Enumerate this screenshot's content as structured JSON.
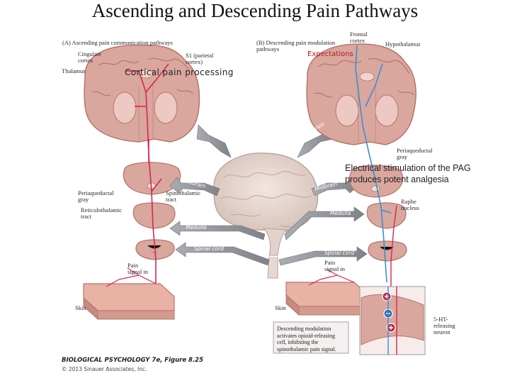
{
  "title": "Ascending and Descending Pain Pathways",
  "panel_a": {
    "heading": "(A)  Ascending pain communication pathways",
    "labels": {
      "cingulate": "Cingulate\ncortex",
      "thalamus": "Thalamus",
      "s1": "S1 (parietal\ncortex)",
      "pag": "Periaqueductal\ngray",
      "spinothalamic": "Spinothalamic\ntract",
      "reticulothalamic": "Reticulothalamic\ntract",
      "pain_signal": "Pain\nsignal in",
      "skin": "Skin"
    }
  },
  "panel_b": {
    "heading": "(B)  Descending pain modulation\n      pathways",
    "labels": {
      "frontal": "Frontal\ncortex",
      "hypothalamus": "Hypothalamus",
      "pag": "Periaqueductal\ngray",
      "raphe": "Raphe\nnucleus",
      "pain_signal": "Pain\nsignal in",
      "skin": "Skin",
      "ht": "5-HT-\nreleasing\nneuron"
    },
    "box_text": "Descending modulation activates opioid-releasing cell, inhibiting the spinothalamic pain signal."
  },
  "arrows": {
    "forebrain": "Forebrain",
    "midbrain": "Midbrain",
    "medulla": "Medulla",
    "spinal_cord": "Spinal cord"
  },
  "overlays": {
    "cortical": "Cortical pain processing",
    "expectations": "Expectations",
    "pag_note": "Electrical stimulation of the PAG\nproduces potent analgesia"
  },
  "credit": {
    "line1": "BIOLOGICAL PSYCHOLOGY 7e, Figure 8.25",
    "line2": "© 2013 Sinauer Associates, Inc."
  },
  "colors": {
    "tissue": "#d9a79e",
    "tissue_dark": "#b9736b",
    "ascending_red": "#d7264f",
    "descending_blue": "#3a8fcf",
    "arrow_gray": "#8a8e93",
    "overlay_red": "#b8161d"
  }
}
